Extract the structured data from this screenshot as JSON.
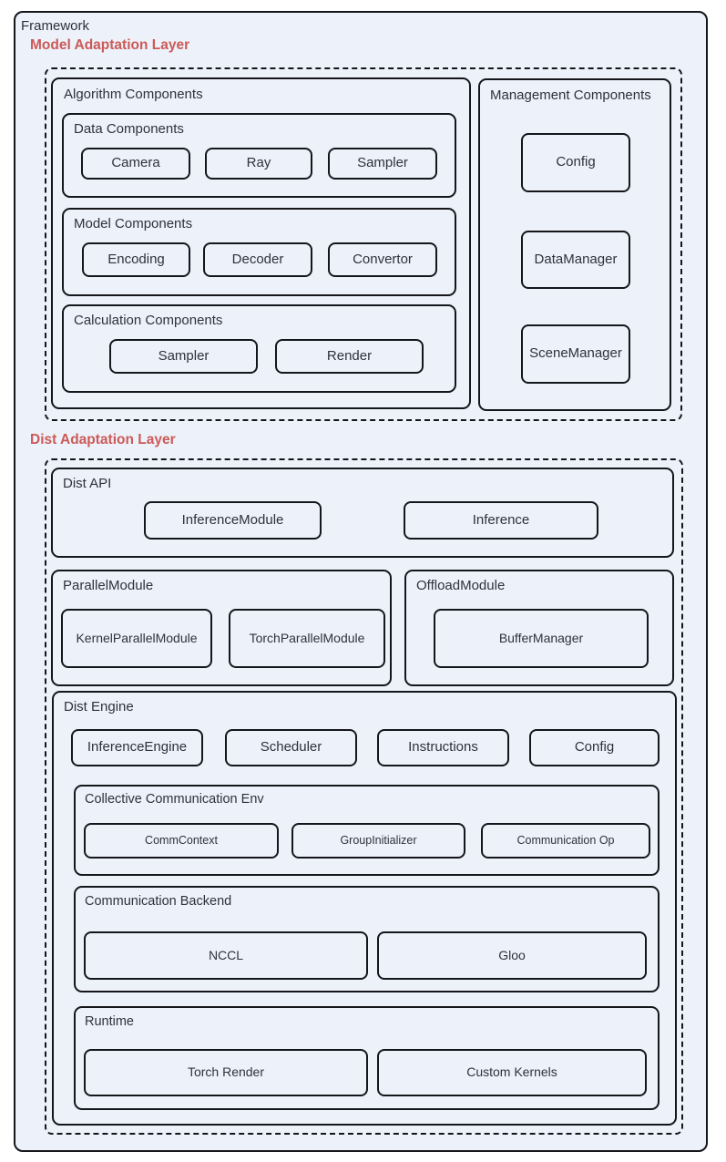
{
  "colors": {
    "page_background": "#ffffff",
    "panel_background": "#edf1fa",
    "border": "#14161b",
    "text": "#2d323c",
    "layer_label_red": "#cb5a57"
  },
  "framework": {
    "label": "Framework"
  },
  "model_adaptation": {
    "label": "Model Adaptation Layer",
    "algorithm": {
      "title": "Algorithm Components",
      "groups": [
        {
          "title": "Data Components",
          "items": [
            "Camera",
            "Ray",
            "Sampler"
          ]
        },
        {
          "title": "Model Components",
          "items": [
            "Encoding",
            "Decoder",
            "Convertor"
          ]
        },
        {
          "title": "Calculation Components",
          "items": [
            "Sampler",
            "Render"
          ]
        }
      ]
    },
    "management": {
      "title": "Management Components",
      "items": [
        "Config",
        "DataManager",
        "SceneManager"
      ]
    }
  },
  "dist_adaptation": {
    "label": "Dist Adaptation Layer",
    "dist_api": {
      "title": "Dist API",
      "items": [
        "InferenceModule",
        "Inference"
      ]
    },
    "parallel_module": {
      "title": "ParallelModule",
      "items": [
        "KernelParallelModule",
        "TorchParallelModule"
      ]
    },
    "offload_module": {
      "title": "OffloadModule",
      "items": [
        "BufferManager"
      ]
    },
    "dist_engine": {
      "title": "Dist Engine",
      "items": [
        "InferenceEngine",
        "Scheduler",
        "Instructions",
        "Config"
      ],
      "collective": {
        "title": "Collective Communication Env",
        "items": [
          "CommContext",
          "GroupInitializer",
          "Communication Op"
        ]
      },
      "backend": {
        "title": "Communication Backend",
        "items": [
          "NCCL",
          "Gloo"
        ]
      },
      "runtime": {
        "title": "Runtime",
        "items": [
          "Torch Render",
          "Custom Kernels"
        ]
      }
    }
  }
}
